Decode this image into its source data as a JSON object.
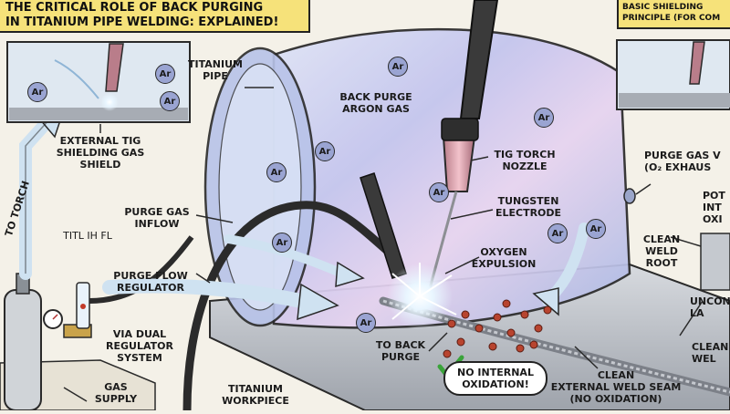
{
  "title": "THE CRITICAL ROLE OF BACK PURGING\nIN TITANIUM PIPE WELDING: EXPLAINED!",
  "side_panel_title": "BASIC SHIELDING\nPRINCIPLE (FOR COM",
  "gas_symbol": "Ar",
  "labels": {
    "titanium_pipe": "TITANIUM\nPIPE",
    "back_purge_argon": "BACK PURGE\nARGON GAS",
    "external_tig_shield": "EXTERNAL TIG\nSHIELDING GAS\nSHIELD",
    "to_torch": "TO TORCH",
    "purge_gas_inflow": "PURGE GAS\nINFLOW",
    "stray_text": "TITL IH FL",
    "purge_flow_regulator": "PURGE FLOW\nREGULATOR",
    "via_dual_regulator": "VIA DUAL\nREGULATOR\nSYSTEM",
    "gas_supply": "GAS\nSUPPLY",
    "titanium_workpiece": "TITANIUM\nWORKPIECE",
    "tig_torch_nozzle": "TIG TORCH\nNOZZLE",
    "tungsten_electrode": "TUNGSTEN\nELECTRODE",
    "oxygen_expulsion": "OXYGEN\nEXPULSION",
    "to_back_purge": "TO BACK\nPURGE",
    "no_internal_oxidation": "NO INTERNAL\nOXIDATION!",
    "clean_external_weld": "CLEAN\nEXTERNAL WELD SEAM\n(NO OXIDATION)",
    "purge_gas_vent": "PURGE GAS V\n(O₂ EXHAUS",
    "pot_int_oxi": "POT\nINT\nOXI",
    "clean_weld_root": "CLEAN\nWELD\nROOT",
    "uncont_la": "UNCONT\nLA",
    "clean_we": "CLEAN\nWEL"
  },
  "colors": {
    "title_bg": "#f6e27a",
    "arrow": "#cfe2f1",
    "glow": "#ffffff",
    "oxygen": "#b8442f",
    "check": "#3aa33a"
  }
}
